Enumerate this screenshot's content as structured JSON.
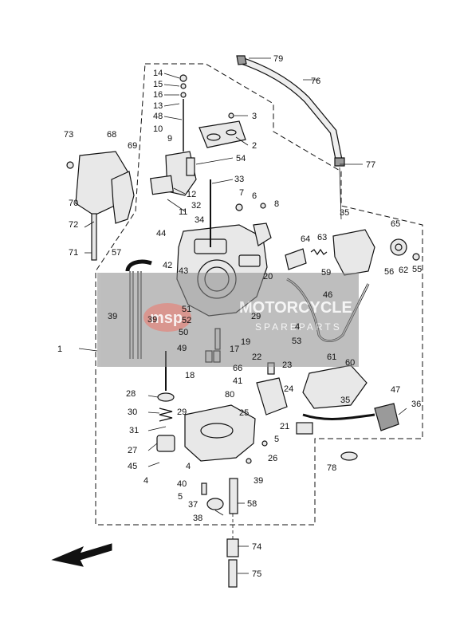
{
  "diagram": {
    "labels": [
      {
        "id": "l79",
        "text": "79"
      },
      {
        "id": "l76",
        "text": "76"
      },
      {
        "id": "l77",
        "text": "77"
      },
      {
        "id": "l14",
        "text": "14"
      },
      {
        "id": "l15",
        "text": "15"
      },
      {
        "id": "l16",
        "text": "16"
      },
      {
        "id": "l13",
        "text": "13"
      },
      {
        "id": "l48",
        "text": "48"
      },
      {
        "id": "l3",
        "text": "3"
      },
      {
        "id": "l10",
        "text": "10"
      },
      {
        "id": "l9",
        "text": "9"
      },
      {
        "id": "l2",
        "text": "2"
      },
      {
        "id": "l54",
        "text": "54"
      },
      {
        "id": "l73",
        "text": "73"
      },
      {
        "id": "l68",
        "text": "68"
      },
      {
        "id": "l69",
        "text": "69"
      },
      {
        "id": "l70",
        "text": "70"
      },
      {
        "id": "l12",
        "text": "12"
      },
      {
        "id": "l11",
        "text": "11"
      },
      {
        "id": "l33",
        "text": "33"
      },
      {
        "id": "l7",
        "text": "7"
      },
      {
        "id": "l6",
        "text": "6"
      },
      {
        "id": "l8",
        "text": "8"
      },
      {
        "id": "l32",
        "text": "32"
      },
      {
        "id": "l34",
        "text": "34"
      },
      {
        "id": "l72",
        "text": "72"
      },
      {
        "id": "l71",
        "text": "71"
      },
      {
        "id": "l35a",
        "text": "35"
      },
      {
        "id": "l65",
        "text": "65"
      },
      {
        "id": "l44",
        "text": "44"
      },
      {
        "id": "l64",
        "text": "64"
      },
      {
        "id": "l63",
        "text": "63"
      },
      {
        "id": "l57",
        "text": "57"
      },
      {
        "id": "l42",
        "text": "42"
      },
      {
        "id": "l43",
        "text": "43"
      },
      {
        "id": "l59",
        "text": "59"
      },
      {
        "id": "l56",
        "text": "56"
      },
      {
        "id": "l62",
        "text": "62"
      },
      {
        "id": "l55",
        "text": "55"
      },
      {
        "id": "l20",
        "text": "20"
      },
      {
        "id": "l46",
        "text": "46"
      },
      {
        "id": "l51",
        "text": "51"
      },
      {
        "id": "l39a",
        "text": "39"
      },
      {
        "id": "l39b",
        "text": "39"
      },
      {
        "id": "l52",
        "text": "52"
      },
      {
        "id": "l29",
        "text": "29"
      },
      {
        "id": "l50",
        "text": "50"
      },
      {
        "id": "l4a",
        "text": "4"
      },
      {
        "id": "l53",
        "text": "53"
      },
      {
        "id": "l1",
        "text": "1"
      },
      {
        "id": "l49",
        "text": "49"
      },
      {
        "id": "l17",
        "text": "17"
      },
      {
        "id": "l19",
        "text": "19"
      },
      {
        "id": "l61",
        "text": "61"
      },
      {
        "id": "l22",
        "text": "22"
      },
      {
        "id": "l60",
        "text": "60"
      },
      {
        "id": "l18",
        "text": "18"
      },
      {
        "id": "l66",
        "text": "66"
      },
      {
        "id": "l23",
        "text": "23"
      },
      {
        "id": "l41",
        "text": "41"
      },
      {
        "id": "l24",
        "text": "24"
      },
      {
        "id": "l47",
        "text": "47"
      },
      {
        "id": "l28",
        "text": "28"
      },
      {
        "id": "l80",
        "text": "80"
      },
      {
        "id": "l35b",
        "text": "35"
      },
      {
        "id": "l21",
        "text": "21"
      },
      {
        "id": "l36",
        "text": "36"
      },
      {
        "id": "l30",
        "text": "30"
      },
      {
        "id": "l29b",
        "text": "29"
      },
      {
        "id": "l25",
        "text": "25"
      },
      {
        "id": "l31",
        "text": "31"
      },
      {
        "id": "l5a",
        "text": "5"
      },
      {
        "id": "l27",
        "text": "27"
      },
      {
        "id": "l26",
        "text": "26"
      },
      {
        "id": "l45",
        "text": "45"
      },
      {
        "id": "l4b",
        "text": "4"
      },
      {
        "id": "l78",
        "text": "78"
      },
      {
        "id": "l4c",
        "text": "4"
      },
      {
        "id": "l40",
        "text": "40"
      },
      {
        "id": "l39c",
        "text": "39"
      },
      {
        "id": "l5b",
        "text": "5"
      },
      {
        "id": "l37",
        "text": "37"
      },
      {
        "id": "l58",
        "text": "58"
      },
      {
        "id": "l38",
        "text": "38"
      },
      {
        "id": "l74",
        "text": "74"
      },
      {
        "id": "l75",
        "text": "75"
      }
    ],
    "watermark": {
      "logo_text": "msp",
      "title": "MOTORCYCLE",
      "subtitle": "SPAREPARTS"
    }
  }
}
